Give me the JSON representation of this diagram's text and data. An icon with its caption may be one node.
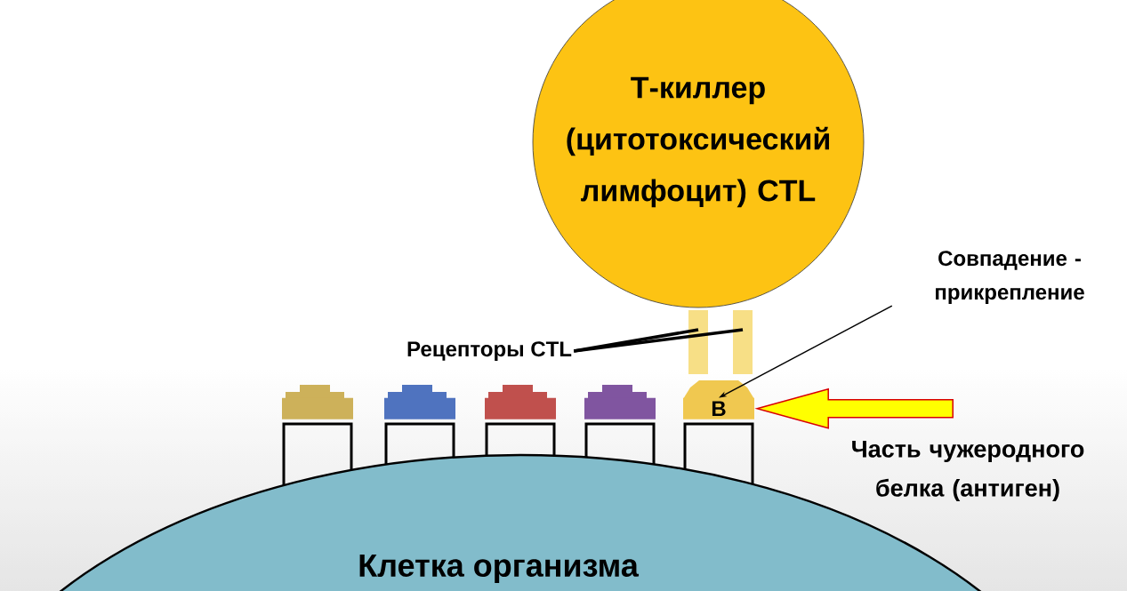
{
  "diagram": {
    "nodes": [
      {
        "text": [
          "Т-киллер (цитотоксический лимфоцит) CTL"
        ]
      },
      {
        "text": [
          "Клетка организма"
        ]
      },
      {
        "text": [],
        "shape": "box"
      },
      {
        "text": [],
        "shape": "box"
      },
      {
        "text": [],
        "shape": "box"
      },
      {
        "text": [],
        "shape": "box"
      },
      {
        "text": [
          "B"
        ]
      },
      {
        "text": [],
        "shape": "bar"
      },
      {
        "text": [],
        "shape": "bar"
      },
      {
        "text": [
          "Рецепторы CTL"
        ]
      },
      {
        "text": [
          "Совпадение - прикрепление"
        ]
      },
      {
        "text": [
          "Часть чужеродного белка (антиген)"
        ]
      }
    ],
    "edges": [
      {
        "from": 9,
        "to": 7,
        "arrow": "none"
      },
      {
        "from": 9,
        "to": 8,
        "arrow": "none"
      },
      {
        "from": 10,
        "to": 6,
        "arrow": "to"
      },
      {
        "from": null,
        "to": 6,
        "arrow": "to",
        "style": "thick",
        "color": "#ffff00"
      }
    ]
  }
}
